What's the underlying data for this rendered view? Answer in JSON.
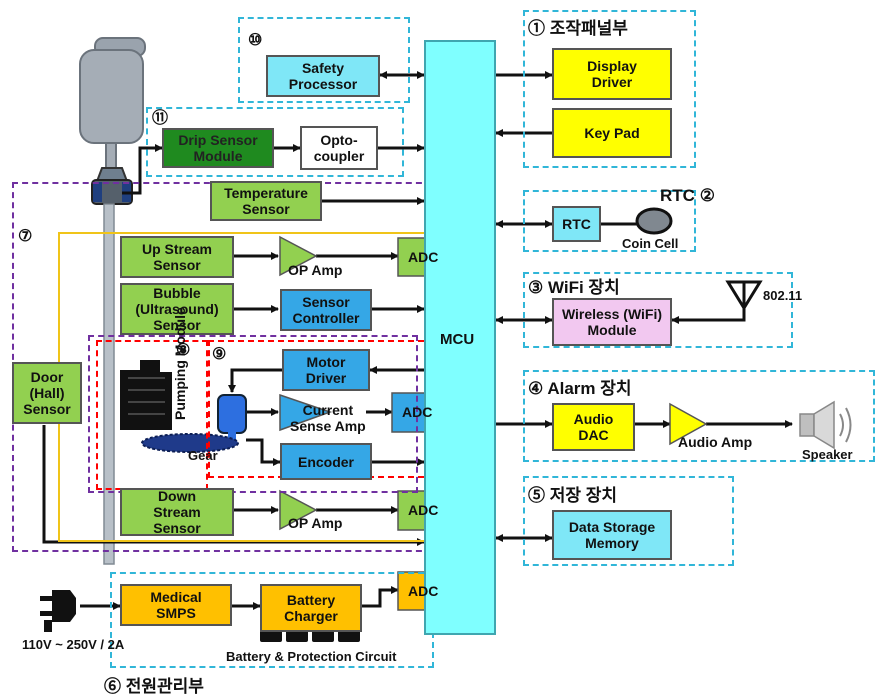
{
  "mcu": "MCU",
  "sections": {
    "s1": {
      "num": "①",
      "title": "조작패널부"
    },
    "s2": {
      "title": "RTC",
      "num": "②"
    },
    "s3": {
      "num": "③",
      "title": "WiFi 장치"
    },
    "s4": {
      "num": "④",
      "title": "Alarm 장치"
    },
    "s5": {
      "num": "⑤",
      "title": "저장 장치"
    },
    "s6": {
      "num": "⑥",
      "title": "전원관리부"
    },
    "s7": {
      "num": "⑦"
    },
    "s8": {
      "num": "⑧"
    },
    "s9": {
      "num": "⑨"
    },
    "s10": {
      "num": "⑩"
    },
    "s11": {
      "num": "⑪"
    }
  },
  "blocks": {
    "safety_processor": "Safety\nProcessor",
    "display_driver": "Display\nDriver",
    "key_pad": "Key Pad",
    "drip_sensor": "Drip Sensor\nModule",
    "opto_coupler": "Opto-\ncoupler",
    "temperature_sensor": "Temperature\nSensor",
    "rtc": "RTC",
    "up_stream": "Up Stream\nSensor",
    "bubble": "Bubble\n(Ultrasound)\nSensor",
    "sensor_controller": "Sensor\nController",
    "wifi_module": "Wireless (WiFi)\nModule",
    "door_sensor": "Door\n(Hall)\nSensor",
    "motor_driver": "Motor\nDriver",
    "encoder": "Encoder",
    "audio_dac": "Audio\nDAC",
    "down_stream": "Down\nStream\nSensor",
    "data_storage": "Data Storage\nMemory",
    "medical_smps": "Medical\nSMPS",
    "battery_charger": "Battery\nCharger"
  },
  "amps": {
    "op_amp_1": "OP Amp",
    "current_sense": "Current\nSense Amp",
    "op_amp_2": "OP Amp",
    "audio_amp": "Audio Amp"
  },
  "adc_label": "ADC",
  "labels": {
    "coin_cell": "Coin Cell",
    "antenna": "802.11",
    "pumping_module": "Pumping Module",
    "gear": "Gear",
    "speaker": "Speaker",
    "voltage": "110V ~ 250V / 2A",
    "battery_protection": "Battery & Protection Circuit"
  }
}
